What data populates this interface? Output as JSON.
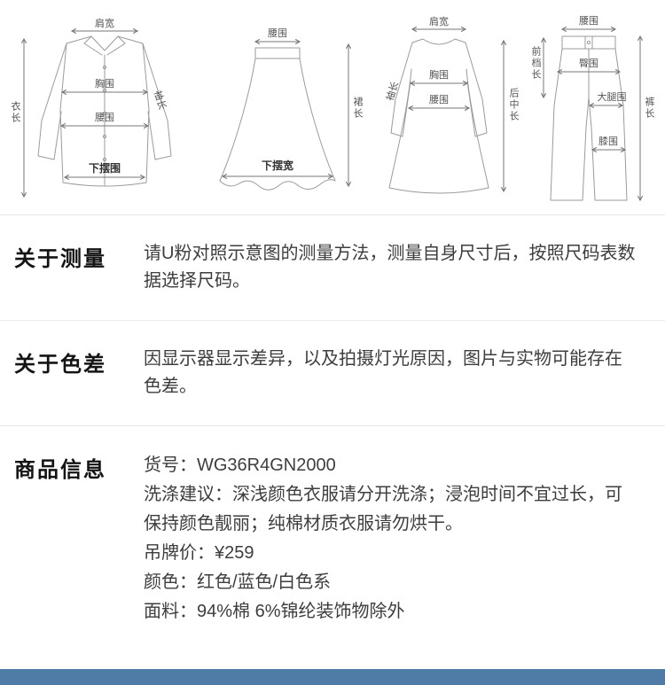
{
  "accent_color": "#4e7ca6",
  "size_diagrams": {
    "shirt": {
      "shoulder": "肩宽",
      "chest": "胸围",
      "waist": "腰围",
      "hem": "下摆围",
      "length": "衣长",
      "sleeve": "袖长"
    },
    "skirt": {
      "waist": "腰围",
      "length": "裙长",
      "hem": "下摆宽"
    },
    "dress": {
      "shoulder": "肩宽",
      "sleeve": "袖长",
      "chest": "胸围",
      "waist": "腰围",
      "back_length": "后中长"
    },
    "pants": {
      "waist": "腰围",
      "front_rise": "前档长",
      "hip": "臀围",
      "thigh": "大腿围",
      "knee": "膝围",
      "length": "裤长"
    }
  },
  "sections": [
    {
      "title": "关于测量",
      "body": "请U粉对照示意图的测量方法，测量自身尺寸后，按照尺码表数据选择尺码。"
    },
    {
      "title": "关于色差",
      "body": "因显示器显示差异，以及拍摄灯光原因，图片与实物可能存在色差。"
    }
  ],
  "product_info": {
    "title": "商品信息",
    "rows": [
      "货号：WG36R4GN2000",
      "洗涤建议：深浅颜色衣服请分开洗涤；浸泡时间不宜过长，可保持颜色靓丽；纯棉材质衣服请勿烘干。",
      "吊牌价：¥259",
      "颜色：红色/蓝色/白色系",
      "面料：94%棉 6%锦纶装饰物除外"
    ]
  }
}
